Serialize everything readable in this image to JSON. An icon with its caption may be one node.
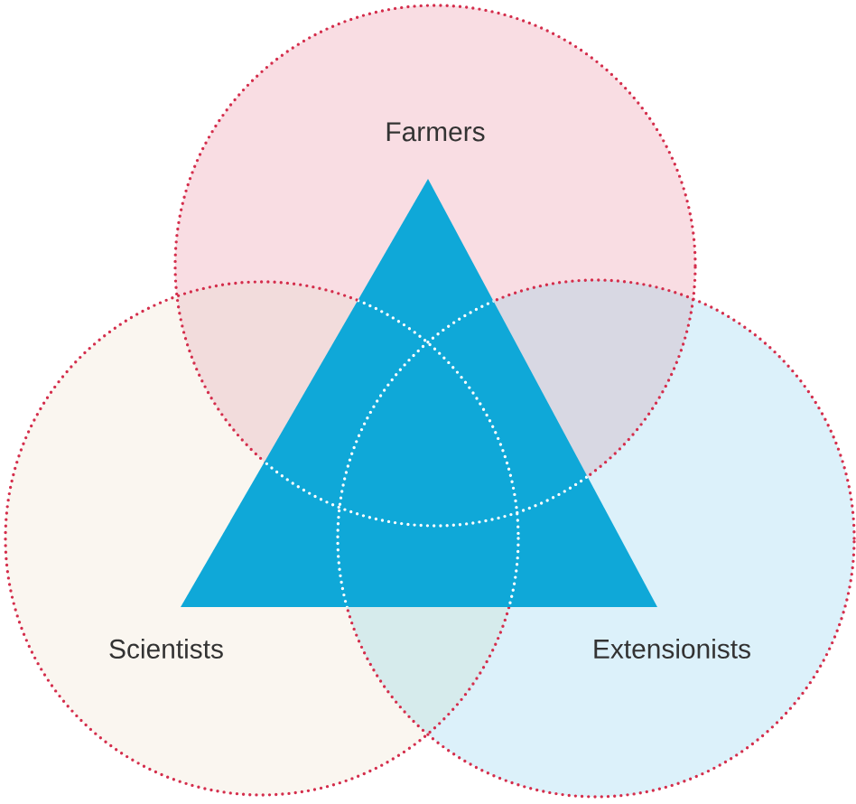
{
  "diagram": {
    "nodes": [
      {
        "text": [
          "Farmers"
        ]
      },
      {
        "text": [
          "Scientists"
        ]
      },
      {
        "text": [
          "Extensionists"
        ]
      }
    ]
  }
}
